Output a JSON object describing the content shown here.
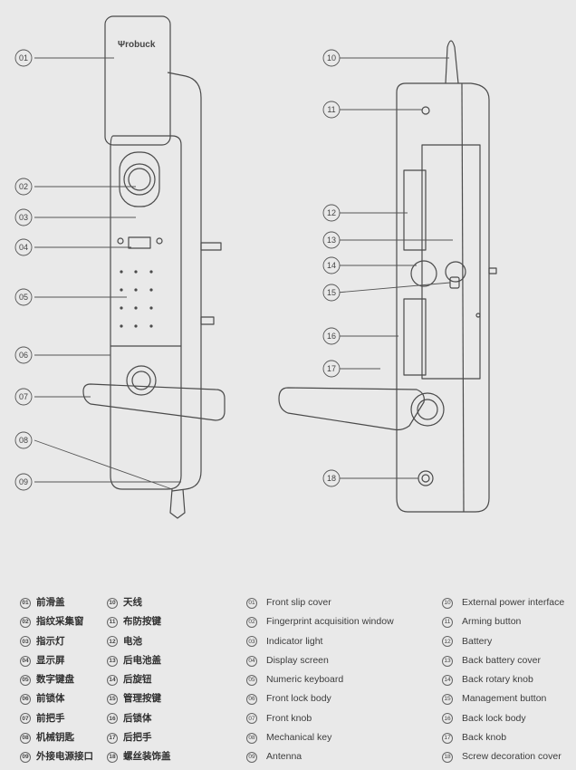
{
  "brand": "Ψrobuck",
  "callouts_left": [
    "01",
    "02",
    "03",
    "04",
    "05",
    "06",
    "07",
    "08",
    "09"
  ],
  "callouts_right": [
    "10",
    "11",
    "12",
    "13",
    "14",
    "15",
    "16",
    "17",
    "18"
  ],
  "legend_zh": [
    {
      "num": "01",
      "text": "前滑盖"
    },
    {
      "num": "02",
      "text": "指纹采集窗"
    },
    {
      "num": "03",
      "text": "指示灯"
    },
    {
      "num": "04",
      "text": "显示屏"
    },
    {
      "num": "05",
      "text": "数字键盘"
    },
    {
      "num": "06",
      "text": "前锁体"
    },
    {
      "num": "07",
      "text": "前把手"
    },
    {
      "num": "08",
      "text": "机械钥匙"
    },
    {
      "num": "09",
      "text": "外接电源接口"
    },
    {
      "num": "10",
      "text": "天线"
    },
    {
      "num": "11",
      "text": "布防按键"
    },
    {
      "num": "12",
      "text": "电池"
    },
    {
      "num": "13",
      "text": "后电池盖"
    },
    {
      "num": "14",
      "text": "后旋钮"
    },
    {
      "num": "15",
      "text": "管理按键"
    },
    {
      "num": "16",
      "text": "后锁体"
    },
    {
      "num": "17",
      "text": "后把手"
    },
    {
      "num": "18",
      "text": "螺丝装饰盖"
    }
  ],
  "legend_en": [
    {
      "num": "01",
      "text": "Front slip cover"
    },
    {
      "num": "02",
      "text": "Fingerprint acquisition window"
    },
    {
      "num": "03",
      "text": "Indicator light"
    },
    {
      "num": "04",
      "text": "Display screen"
    },
    {
      "num": "05",
      "text": "Numeric keyboard"
    },
    {
      "num": "06",
      "text": "Front lock body"
    },
    {
      "num": "07",
      "text": "Front knob"
    },
    {
      "num": "08",
      "text": "Mechanical key"
    },
    {
      "num": "09",
      "text": "Antenna"
    },
    {
      "num": "10",
      "text": "External power interface"
    },
    {
      "num": "11",
      "text": "Arming button"
    },
    {
      "num": "12",
      "text": "Battery"
    },
    {
      "num": "13",
      "text": "Back battery cover"
    },
    {
      "num": "14",
      "text": "Back rotary knob"
    },
    {
      "num": "15",
      "text": "Management button"
    },
    {
      "num": "16",
      "text": "Back lock body"
    },
    {
      "num": "17",
      "text": "Back knob"
    },
    {
      "num": "18",
      "text": "Screw decoration cover"
    }
  ]
}
